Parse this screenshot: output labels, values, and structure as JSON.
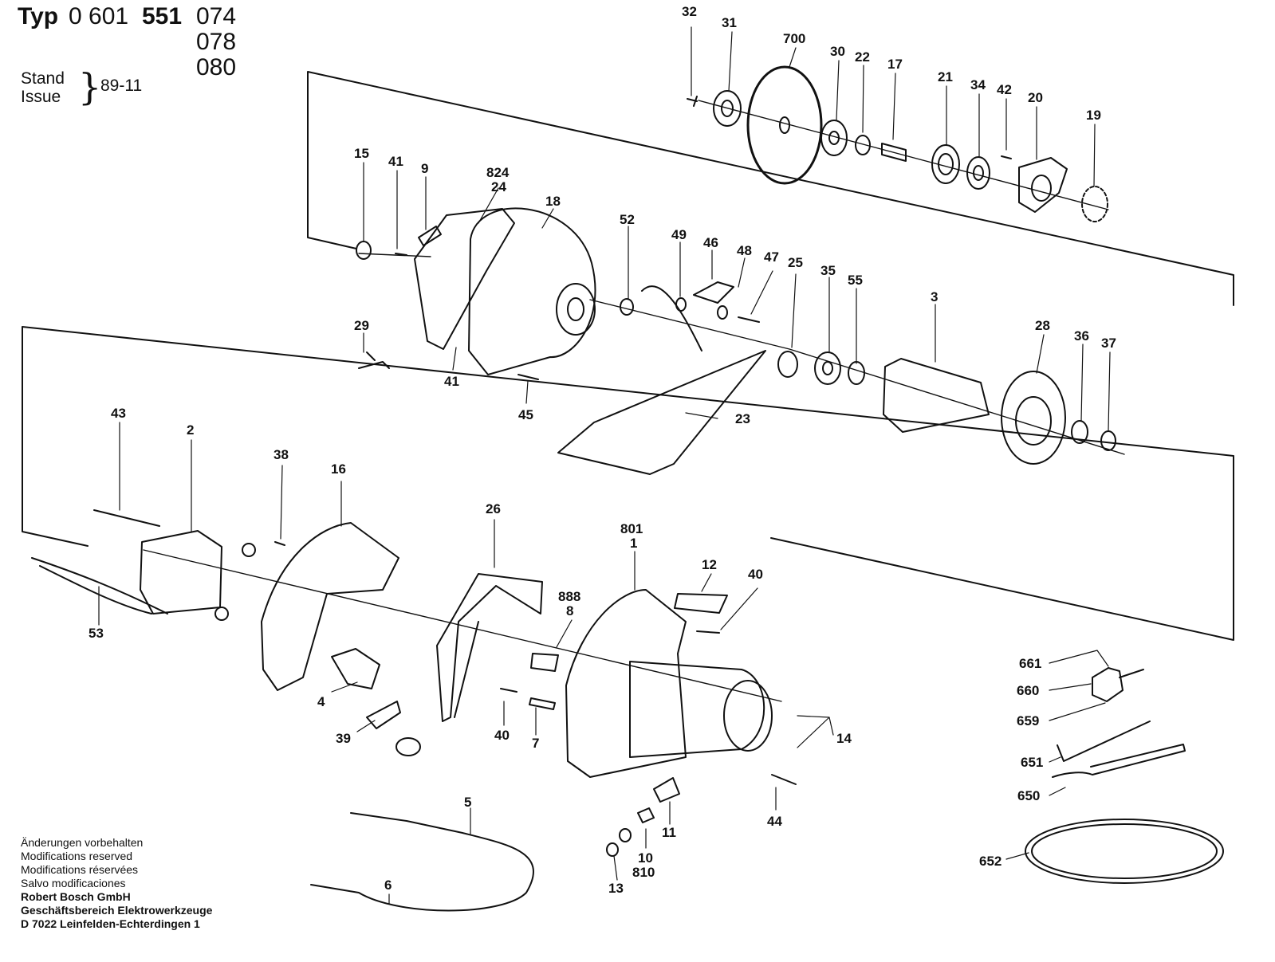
{
  "header": {
    "typ_label": "Typ",
    "typ_number_a": "0 601",
    "typ_number_b": "551",
    "variants": [
      "074",
      "078",
      "080"
    ],
    "stand_label": "Stand",
    "issue_label": "Issue",
    "stand_date": "89-11"
  },
  "footer": {
    "lines": [
      "Änderungen vorbehalten",
      "Modifications reserved",
      "Modifications réservées",
      "Salvo modificaciones"
    ],
    "company_lines": [
      "Robert Bosch GmbH",
      "Geschäftsbereich Elektrowerkzeuge",
      "D 7022 Leinfelden-Echterdingen 1"
    ]
  },
  "part_labels": [
    "32",
    "31",
    "700",
    "30",
    "22",
    "17",
    "21",
    "34",
    "42",
    "20",
    "19",
    "15",
    "41",
    "9",
    "824",
    "24",
    "18",
    "52",
    "49",
    "46",
    "48",
    "47",
    "25",
    "35",
    "55",
    "3",
    "28",
    "36",
    "37",
    "29",
    "41",
    "45",
    "23",
    "43",
    "2",
    "38",
    "16",
    "26",
    "801",
    "1",
    "12",
    "40",
    "888",
    "8",
    "53",
    "4",
    "39",
    "40",
    "7",
    "14",
    "661",
    "660",
    "659",
    "651",
    "650",
    "652",
    "5",
    "11",
    "44",
    "10",
    "810",
    "13",
    "6"
  ]
}
